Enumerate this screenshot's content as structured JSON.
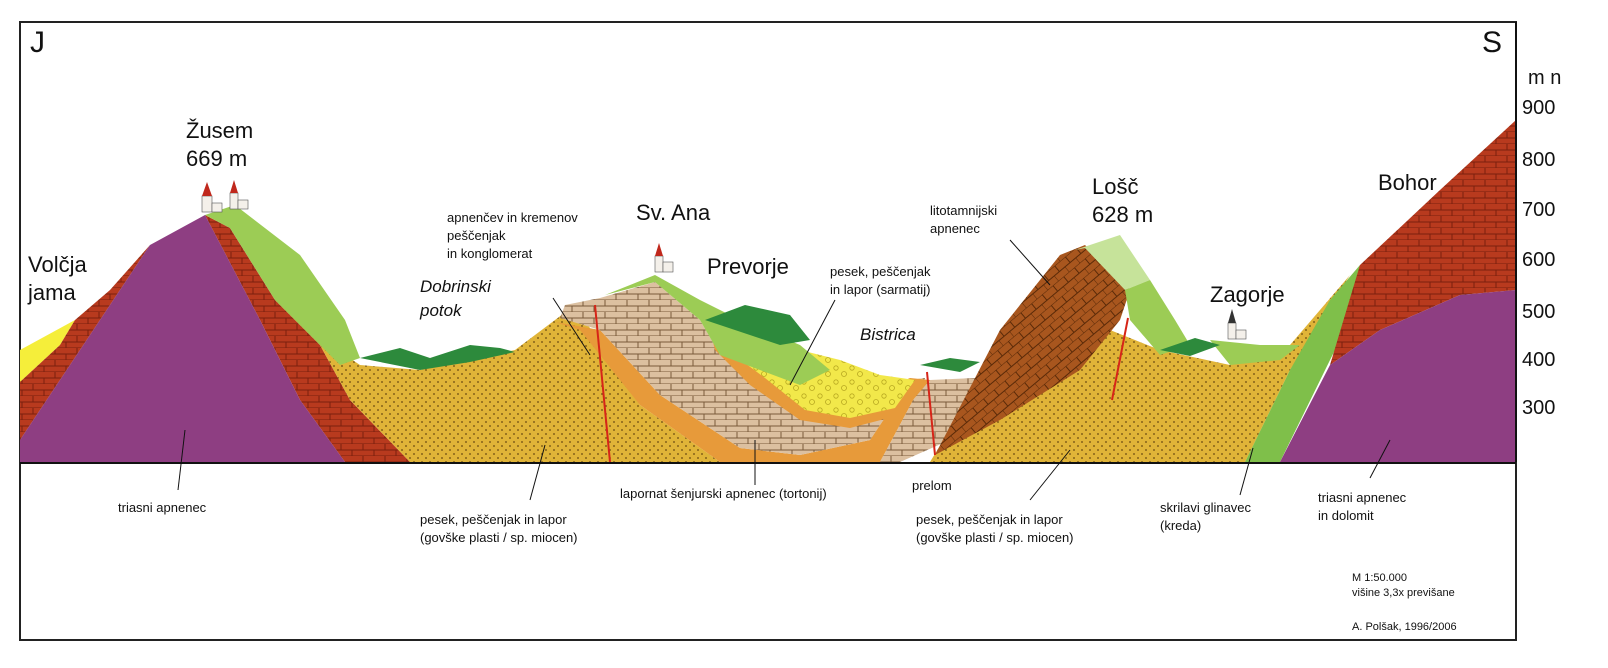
{
  "colors": {
    "triassic_limestone": "#8e3e82",
    "red_limestone": "#b83a1e",
    "gold_sand": "#e0b438",
    "tan_marl": "#dcc0a0",
    "orange_band": "#e79a3a",
    "yellow_sarmat": "#f2e84a",
    "brown_lithothamnium": "#a8561e",
    "lime_green": "#9ccc55",
    "dark_green": "#2d8a3c",
    "light_green": "#c6e39a",
    "yellow_wedge": "#f5ee3a",
    "fault_red": "#d62518"
  },
  "direction": {
    "left": "J",
    "right": "S"
  },
  "axis": {
    "unit": "m n",
    "ticks": [
      "900",
      "800",
      "700",
      "600",
      "500",
      "400",
      "300"
    ]
  },
  "places": {
    "zusem_name": "Žusem",
    "zusem_height": "669 m",
    "volcja_line1": "Volčja",
    "volcja_line2": "jama",
    "dobrinski_line1": "Dobrinski",
    "dobrinski_line2": "potok",
    "sv_ana": "Sv. Ana",
    "prevorje": "Prevorje",
    "bistrica": "Bistrica",
    "losc_name": "Lošč",
    "losc_height": "628 m",
    "zagorje": "Zagorje",
    "bohor": "Bohor"
  },
  "units": {
    "apnencev_1": "apnenčev in kremenov",
    "apnencev_2": "peščenjak",
    "apnencev_3": "in konglomerat",
    "sarmat_1": "pesek, peščenjak",
    "sarmat_2": "in lapor (sarmatij)",
    "litot_1": "litotamnijski",
    "litot_2": "apnenec",
    "triasni_left": "triasni apnenec",
    "pesek_left_1": "pesek, peščenjak in lapor",
    "pesek_left_2": "(govške plasti / sp. miocen)",
    "lapornat": "lapornat šenjurski apnenec (tortonij)",
    "prelom": "prelom",
    "pesek_right_1": "pesek, peščenjak in lapor",
    "pesek_right_2": "(govške plasti / sp. miocen)",
    "skrilavi_1": "skrilavi glinavec",
    "skrilavi_2": "(kreda)",
    "triasni_right_1": "triasni apnenec",
    "triasni_right_2": "in dolomit"
  },
  "scale": {
    "line1": "M 1:50.000",
    "line2": "višine 3,3x previšane"
  },
  "credit": "A. Polšak, 1996/2006"
}
